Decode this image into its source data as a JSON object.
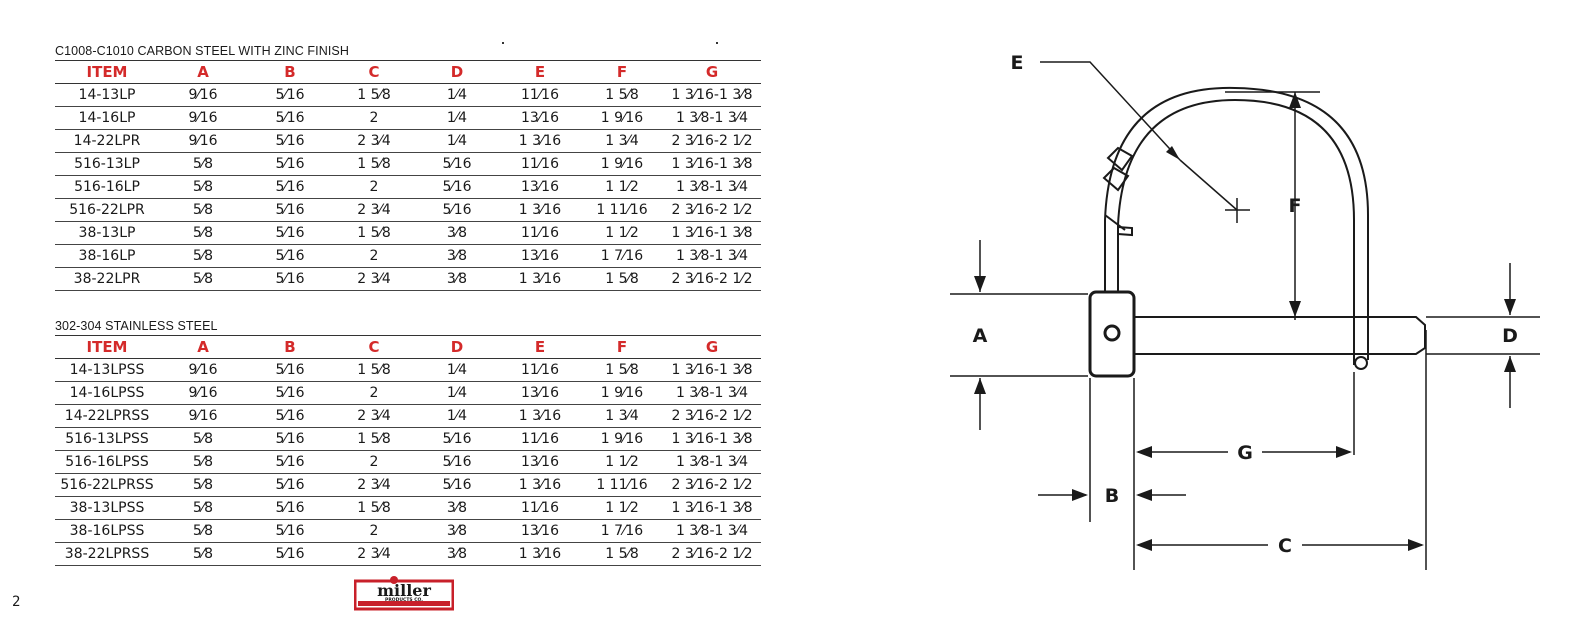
{
  "page": {
    "number": "2",
    "logo_text": "miller",
    "logo_subtext": "PRODUCTS CO."
  },
  "tables": [
    {
      "title": "C1008-C1010 CARBON STEEL WITH ZINC FINISH",
      "headers": [
        "ITEM",
        "A",
        "B",
        "C",
        "D",
        "E",
        "F",
        "G"
      ],
      "rows": [
        [
          "14-13LP",
          "9⁄16",
          "5⁄16",
          "1 5⁄8",
          "1⁄4",
          "11⁄16",
          "1 5⁄8",
          "1 3⁄16-1 3⁄8"
        ],
        [
          "14-16LP",
          "9⁄16",
          "5⁄16",
          "2",
          "1⁄4",
          "13⁄16",
          "1 9⁄16",
          "1 3⁄8-1 3⁄4"
        ],
        [
          "14-22LPR",
          "9⁄16",
          "5⁄16",
          "2 3⁄4",
          "1⁄4",
          "1 3⁄16",
          "1 3⁄4",
          "2 3⁄16-2 1⁄2"
        ],
        [
          "516-13LP",
          "5⁄8",
          "5⁄16",
          "1 5⁄8",
          "5⁄16",
          "11⁄16",
          "1 9⁄16",
          "1 3⁄16-1 3⁄8"
        ],
        [
          "516-16LP",
          "5⁄8",
          "5⁄16",
          "2",
          "5⁄16",
          "13⁄16",
          "1 1⁄2",
          "1 3⁄8-1 3⁄4"
        ],
        [
          "516-22LPR",
          "5⁄8",
          "5⁄16",
          "2 3⁄4",
          "5⁄16",
          "1 3⁄16",
          "1 11⁄16",
          "2 3⁄16-2 1⁄2"
        ],
        [
          "38-13LP",
          "5⁄8",
          "5⁄16",
          "1 5⁄8",
          "3⁄8",
          "11⁄16",
          "1 1⁄2",
          "1 3⁄16-1 3⁄8"
        ],
        [
          "38-16LP",
          "5⁄8",
          "5⁄16",
          "2",
          "3⁄8",
          "13⁄16",
          "1 7⁄16",
          "1 3⁄8-1 3⁄4"
        ],
        [
          "38-22LPR",
          "5⁄8",
          "5⁄16",
          "2 3⁄4",
          "3⁄8",
          "1 3⁄16",
          "1 5⁄8",
          "2 3⁄16-2 1⁄2"
        ]
      ]
    },
    {
      "title": "302-304 STAINLESS STEEL",
      "headers": [
        "ITEM",
        "A",
        "B",
        "C",
        "D",
        "E",
        "F",
        "G"
      ],
      "rows": [
        [
          "14-13LPSS",
          "9⁄16",
          "5⁄16",
          "1 5⁄8",
          "1⁄4",
          "11⁄16",
          "1 5⁄8",
          "1 3⁄16-1 3⁄8"
        ],
        [
          "14-16LPSS",
          "9⁄16",
          "5⁄16",
          "2",
          "1⁄4",
          "13⁄16",
          "1 9⁄16",
          "1 3⁄8-1 3⁄4"
        ],
        [
          "14-22LPRSS",
          "9⁄16",
          "5⁄16",
          "2 3⁄4",
          "1⁄4",
          "1 3⁄16",
          "1 3⁄4",
          "2 3⁄16-2 1⁄2"
        ],
        [
          "516-13LPSS",
          "5⁄8",
          "5⁄16",
          "1 5⁄8",
          "5⁄16",
          "11⁄16",
          "1 9⁄16",
          "1 3⁄16-1 3⁄8"
        ],
        [
          "516-16LPSS",
          "5⁄8",
          "5⁄16",
          "2",
          "5⁄16",
          "13⁄16",
          "1 1⁄2",
          "1 3⁄8-1 3⁄4"
        ],
        [
          "516-22LPRSS",
          "5⁄8",
          "5⁄16",
          "2 3⁄4",
          "5⁄16",
          "1 3⁄16",
          "1 11⁄16",
          "2 3⁄16-2 1⁄2"
        ],
        [
          "38-13LPSS",
          "5⁄8",
          "5⁄16",
          "1 5⁄8",
          "3⁄8",
          "11⁄16",
          "1 1⁄2",
          "1 3⁄16-1 3⁄8"
        ],
        [
          "38-16LPSS",
          "5⁄8",
          "5⁄16",
          "2",
          "3⁄8",
          "13⁄16",
          "1 7⁄16",
          "1 3⁄8-1 3⁄4"
        ],
        [
          "38-22LPRSS",
          "5⁄8",
          "5⁄16",
          "2 3⁄4",
          "3⁄8",
          "1 3⁄16",
          "1 5⁄8",
          "2 3⁄16-2 1⁄2"
        ]
      ]
    }
  ],
  "drawing": {
    "labels": {
      "A": "A",
      "B": "B",
      "C": "C",
      "D": "D",
      "E": "E",
      "F": "F",
      "G": "G"
    }
  },
  "colors": {
    "header_red": "#d42a2a",
    "logo_red": "#c8202a",
    "ink": "#1a1a1a"
  }
}
